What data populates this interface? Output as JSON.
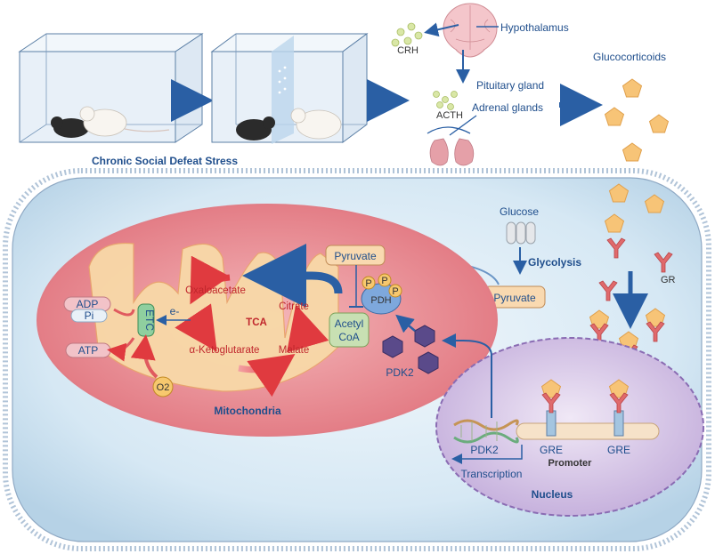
{
  "top": {
    "stress_caption": "Chronic Social Defeat Stress",
    "hypothalamus": "Hypothalamus",
    "crh": "CRH",
    "pituitary": "Pituitary gland",
    "acth": "ACTH",
    "adrenal": "Adrenal glands",
    "glucocorticoids": "Glucocorticoids"
  },
  "cell": {
    "glucose": "Glucose",
    "glycolysis": "Glycolysis",
    "pyruvate_cyto": "Pyruvate",
    "gr": "GR"
  },
  "mito": {
    "title": "Mitochondria",
    "pyruvate": "Pyruvate",
    "pdh": "PDH",
    "p1": "P",
    "p2": "P",
    "p3": "P",
    "acetyl_line1": "Acetyl",
    "acetyl_line2": "CoA",
    "oxaloacetate": "Oxaloacetate",
    "citrate": "Citrate",
    "tca": "TCA",
    "akg": "α-Ketoglutarate",
    "malate": "Malate",
    "e_minus": "e-",
    "etc": "ETC",
    "adp": "ADP",
    "pi": "Pi",
    "atp": "ATP",
    "o2": "O2",
    "pdk2": "PDK2"
  },
  "nucleus": {
    "title": "Nucleus",
    "gene": "PDK2",
    "gre1": "GRE",
    "gre2": "GRE",
    "promoter": "Promoter",
    "transcription": "Transcription"
  }
}
